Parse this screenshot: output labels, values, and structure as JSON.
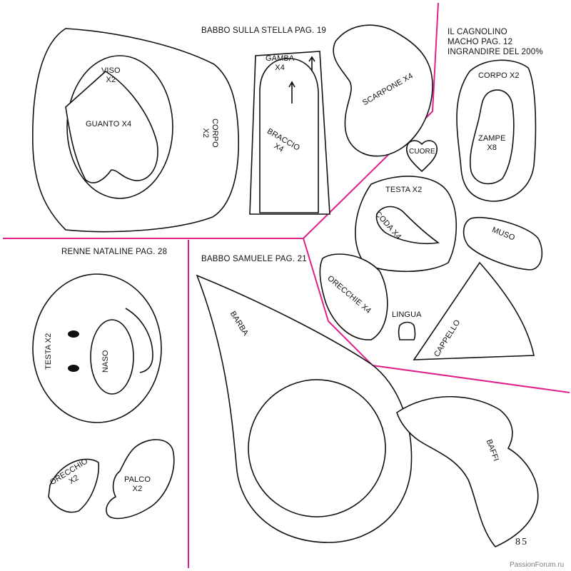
{
  "colors": {
    "divider": "#e0208a",
    "outline": "#111111",
    "background": "#ffffff"
  },
  "sections": {
    "babbo_stella": {
      "title": "BABBO SULLA  STELLA PAG. 19"
    },
    "cagnolino": {
      "line1": "IL CAGNOLINO",
      "line2": "MACHO PAG. 12",
      "line3": "INGRANDIRE DEL 200%"
    },
    "renne": {
      "title": "RENNE NATALINE PAG. 28"
    },
    "babbo_samuele": {
      "title": "BABBO SAMUELE PAG. 21"
    }
  },
  "labels": {
    "viso": "VISO",
    "viso_qty": "X2",
    "guanto": "GUANTO X4",
    "corpo_babbo": "CORPO",
    "corpo_babbo_qty": "X2",
    "gamba": "GAMBA",
    "gamba_qty": "X4",
    "braccio": "BRACCIO",
    "braccio_qty": "X4",
    "scarpone": "SCARPONE X4",
    "corpo_cane": "CORPO X2",
    "zampe": "ZAMPE",
    "zampe_qty": "X8",
    "cuore": "CUORE",
    "testa_cane": "TESTA X2",
    "coda": "CODA X4",
    "muso": "MUSO",
    "orecchie": "ORECCHIE X4",
    "lingua": "LINGUA",
    "cappello": "CAPPELLO",
    "testa_renna": "TESTA X2",
    "naso": "NASO",
    "orecchio": "ORECCHIO",
    "orecchio_qty": "X2",
    "palco": "PALCO",
    "palco_qty": "X2",
    "barba": "BARBA",
    "baffi": "BAFFI"
  },
  "page_number": "85",
  "watermark": "PassionForum.ru"
}
